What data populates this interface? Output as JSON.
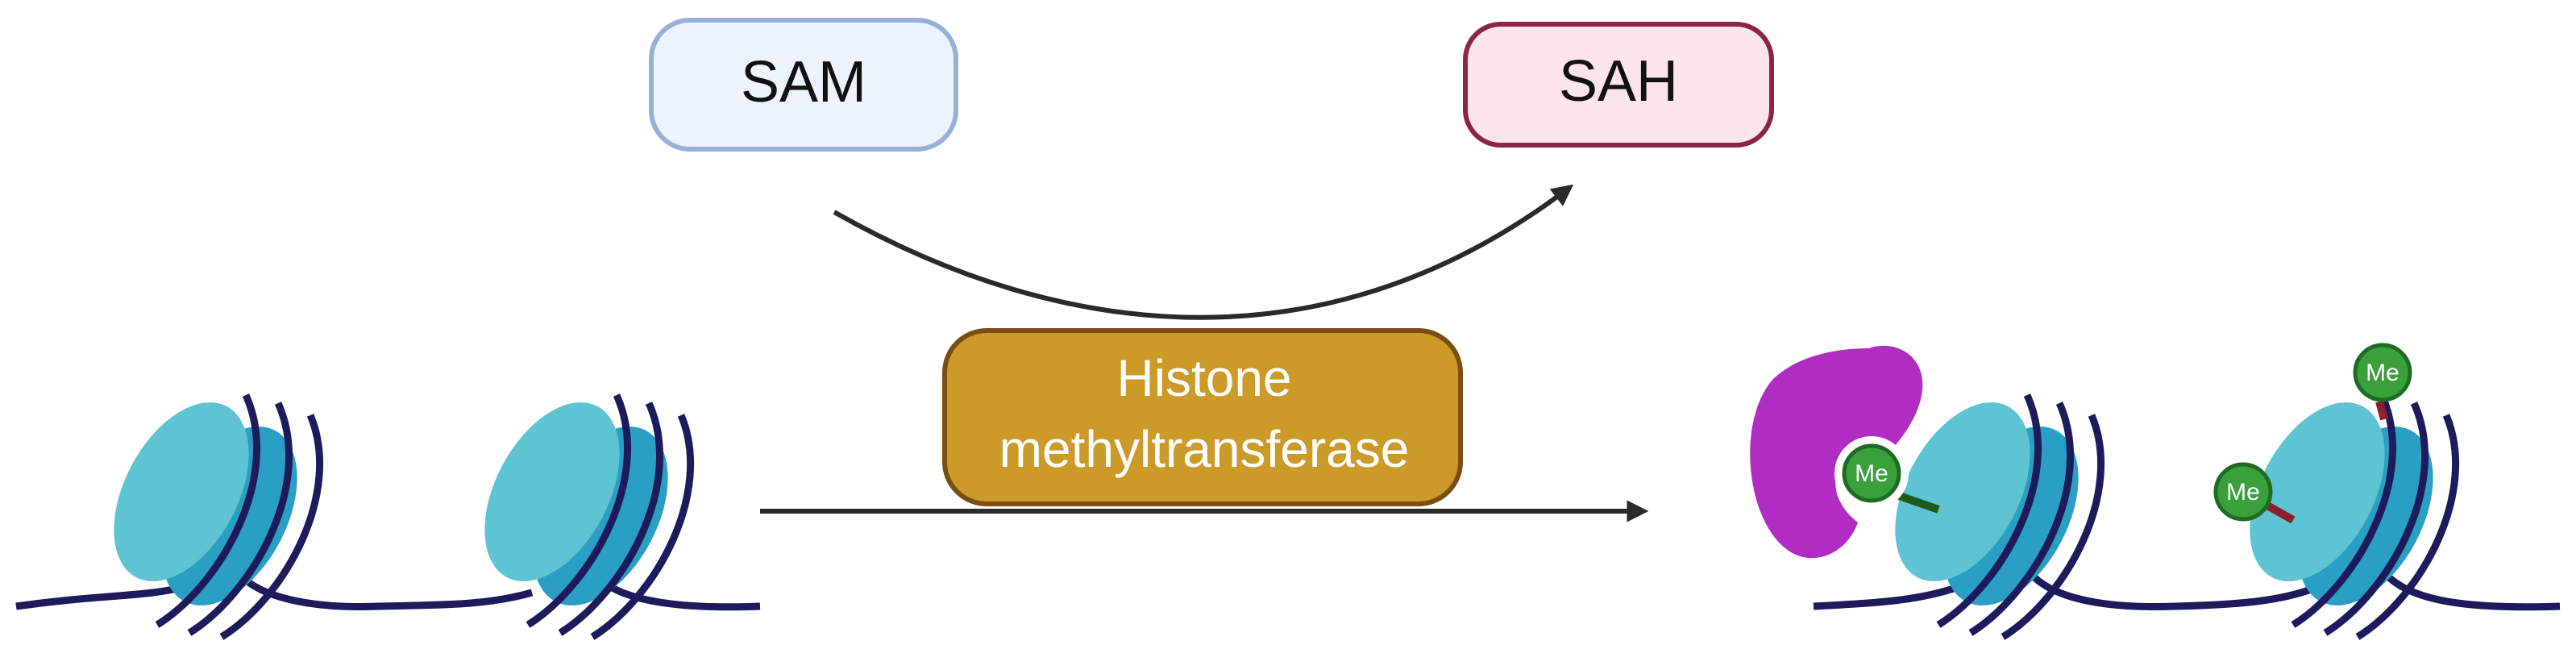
{
  "labels": {
    "sam": "SAM",
    "sah": "SAH",
    "enzyme_line1": "Histone",
    "enzyme_line2": "methyltransferase",
    "methyl_mark": "Me"
  },
  "colors": {
    "sam_fill": "#ecf3fc",
    "sam_border": "#98afd9",
    "sah_fill": "#fbe4ea",
    "sah_border": "#8b2445",
    "enzyme_fill": "#cc9a28",
    "enzyme_border": "#7a4d12",
    "enzyme_text": "#ffffff",
    "arrow": "#2a2a2a",
    "dna": "#1e1b5c",
    "histone_light": "#5ec4d3",
    "histone_dark": "#2a9fc4",
    "reader_protein": "#b02cc2",
    "methyl_fill": "#3aa03c",
    "methyl_border": "#1e6b22",
    "methyl_link_green": "#1e5a1e",
    "methyl_link_red": "#8b1f2f"
  }
}
